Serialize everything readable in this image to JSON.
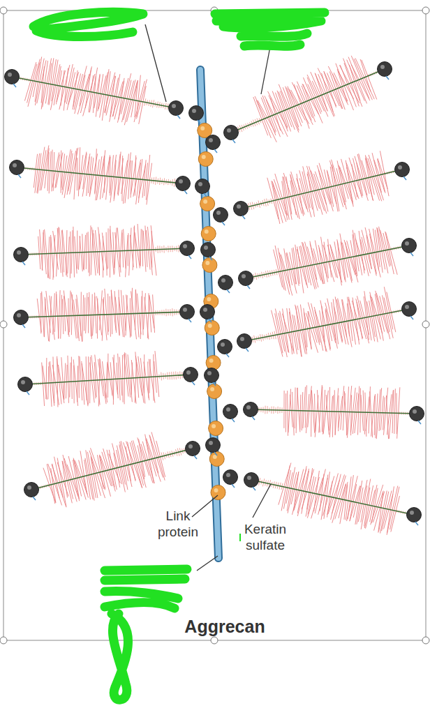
{
  "diagram": {
    "caption": "Aggrecan",
    "labels": [
      "Link protein",
      "Keratin sulfate"
    ]
  }
}
